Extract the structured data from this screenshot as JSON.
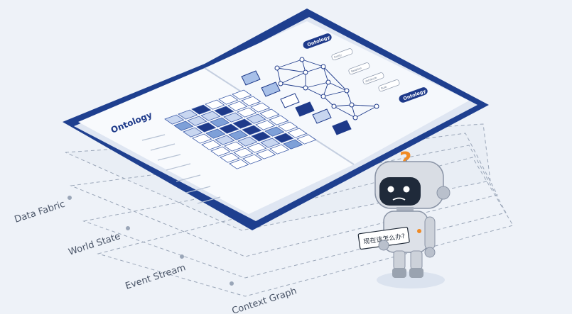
{
  "book": {
    "left_title": "Ontology",
    "right_pill_top": "Ontology",
    "right_pill_bottom": "Ontology",
    "node_tags": [
      "Entity",
      "Relation",
      "Attribute",
      "Rule"
    ]
  },
  "layers": [
    "Data Fabric",
    "World State",
    "Event Stream",
    "Context Graph"
  ],
  "robot": {
    "sign": "现在该怎么办?",
    "question_mark": "?"
  },
  "colors": {
    "navy": "#1e3a8a",
    "mid_blue": "#7ea0d8",
    "light_blue": "#c8d6f0",
    "accent_orange": "#f08a24",
    "background": "#eef2f8"
  }
}
